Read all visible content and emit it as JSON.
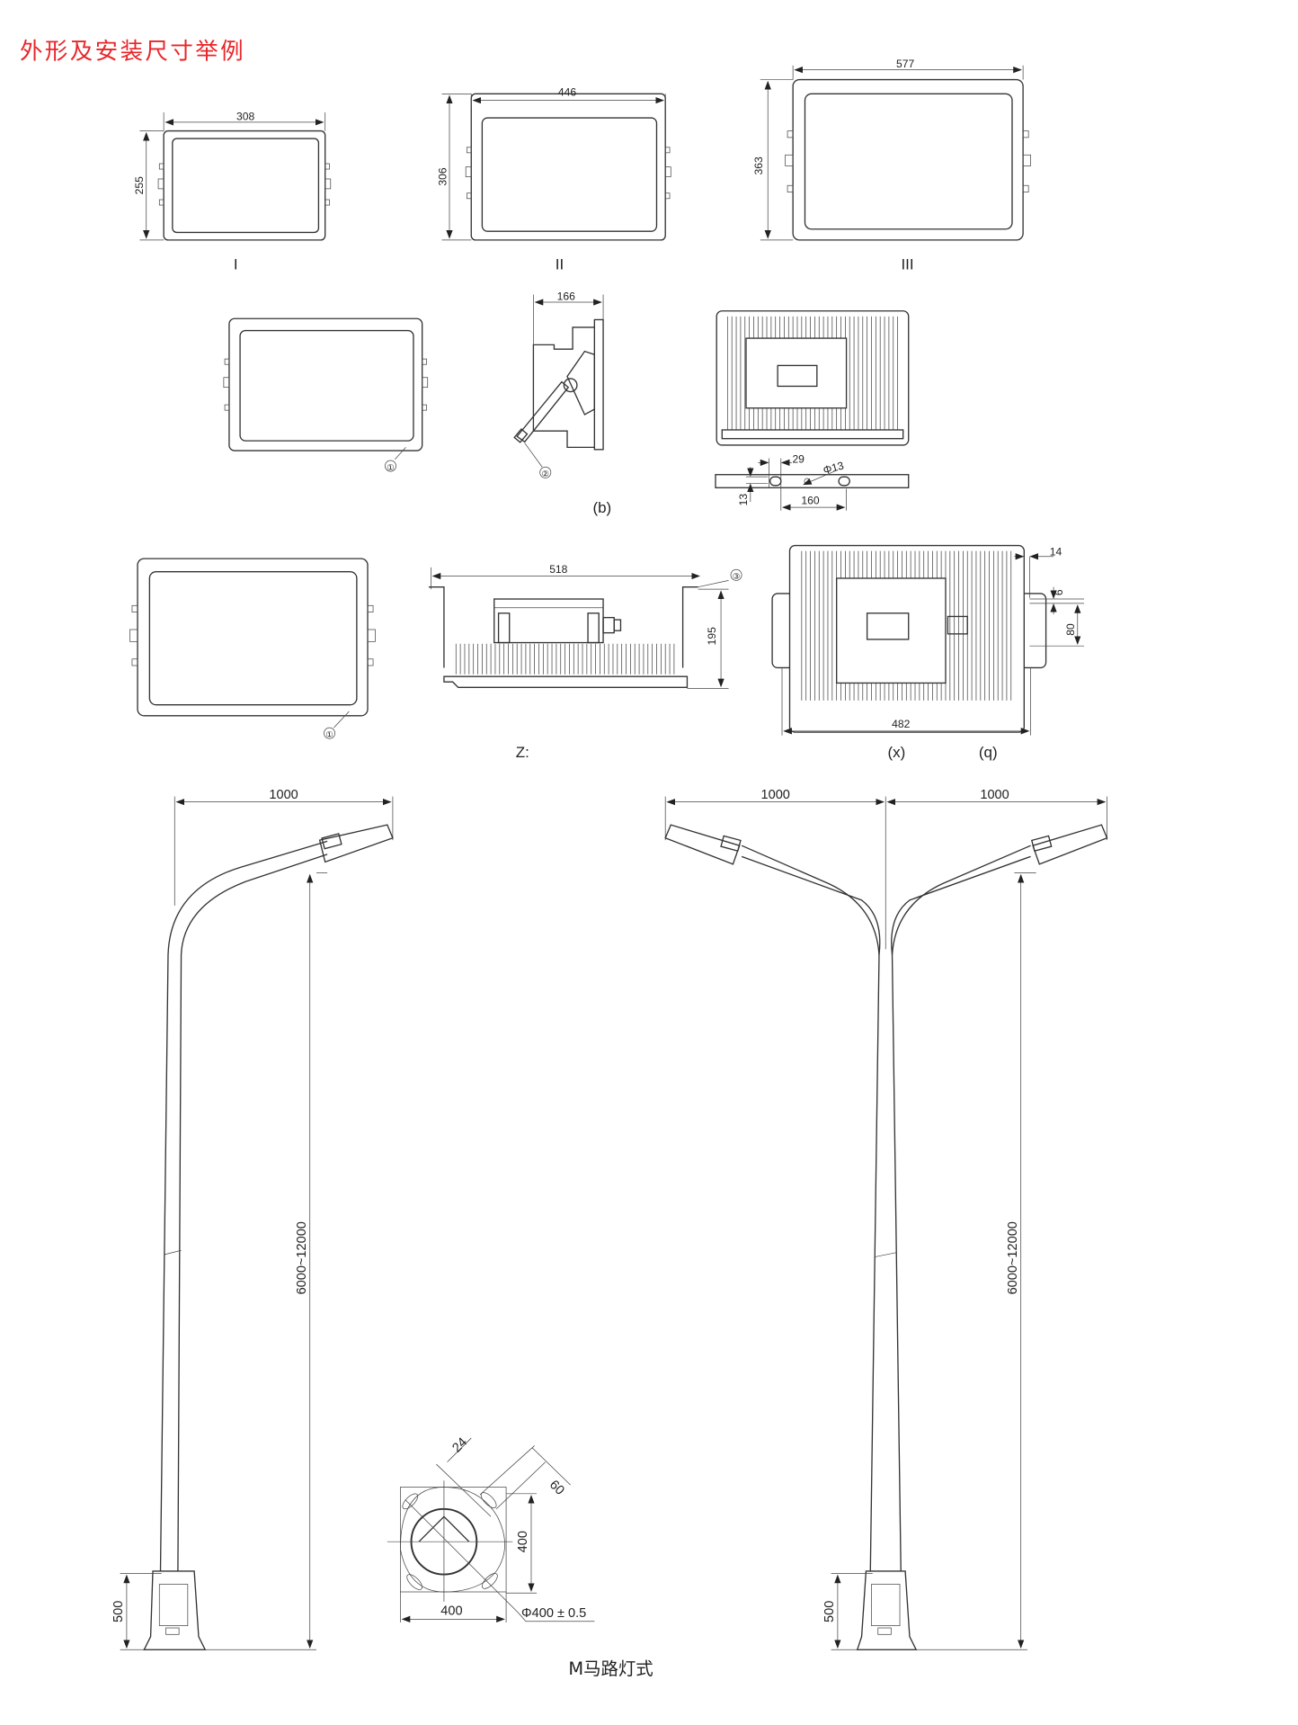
{
  "title": "外形及安装尺寸举例",
  "accent_color": "#e8262a",
  "views": {
    "type_I": {
      "width": "308",
      "height": "255",
      "label": "I"
    },
    "type_II": {
      "width": "446",
      "height": "306",
      "label": "II"
    },
    "type_III": {
      "width": "577",
      "height": "363",
      "label": "III"
    },
    "front_b": {
      "marker": "①"
    },
    "side_b": {
      "depth": "166",
      "marker": "②",
      "label": "(b)"
    },
    "back_b": {
      "slot": "29",
      "hole": "Φ13",
      "edge": "13",
      "spacing": "160"
    },
    "front_z": {
      "marker": "①"
    },
    "side_z": {
      "width": "518",
      "height": "195",
      "marker": "③",
      "label": "Z:"
    },
    "back_xq": {
      "offset": "14",
      "slot": "9",
      "spacing": "80",
      "width": "482",
      "label_x": "(x)",
      "label_q": "(q)"
    }
  },
  "poles": {
    "single": {
      "arm": "1000",
      "height": "6000~12000",
      "base": "500"
    },
    "double": {
      "arm_left": "1000",
      "arm_right": "1000",
      "height": "6000~12000",
      "base": "500"
    },
    "base_plate": {
      "slot": "24",
      "bolt": "60",
      "side_v": "400",
      "side_h": "400",
      "diameter": "Φ400 ± 0.5"
    },
    "caption": "M马路灯式"
  }
}
